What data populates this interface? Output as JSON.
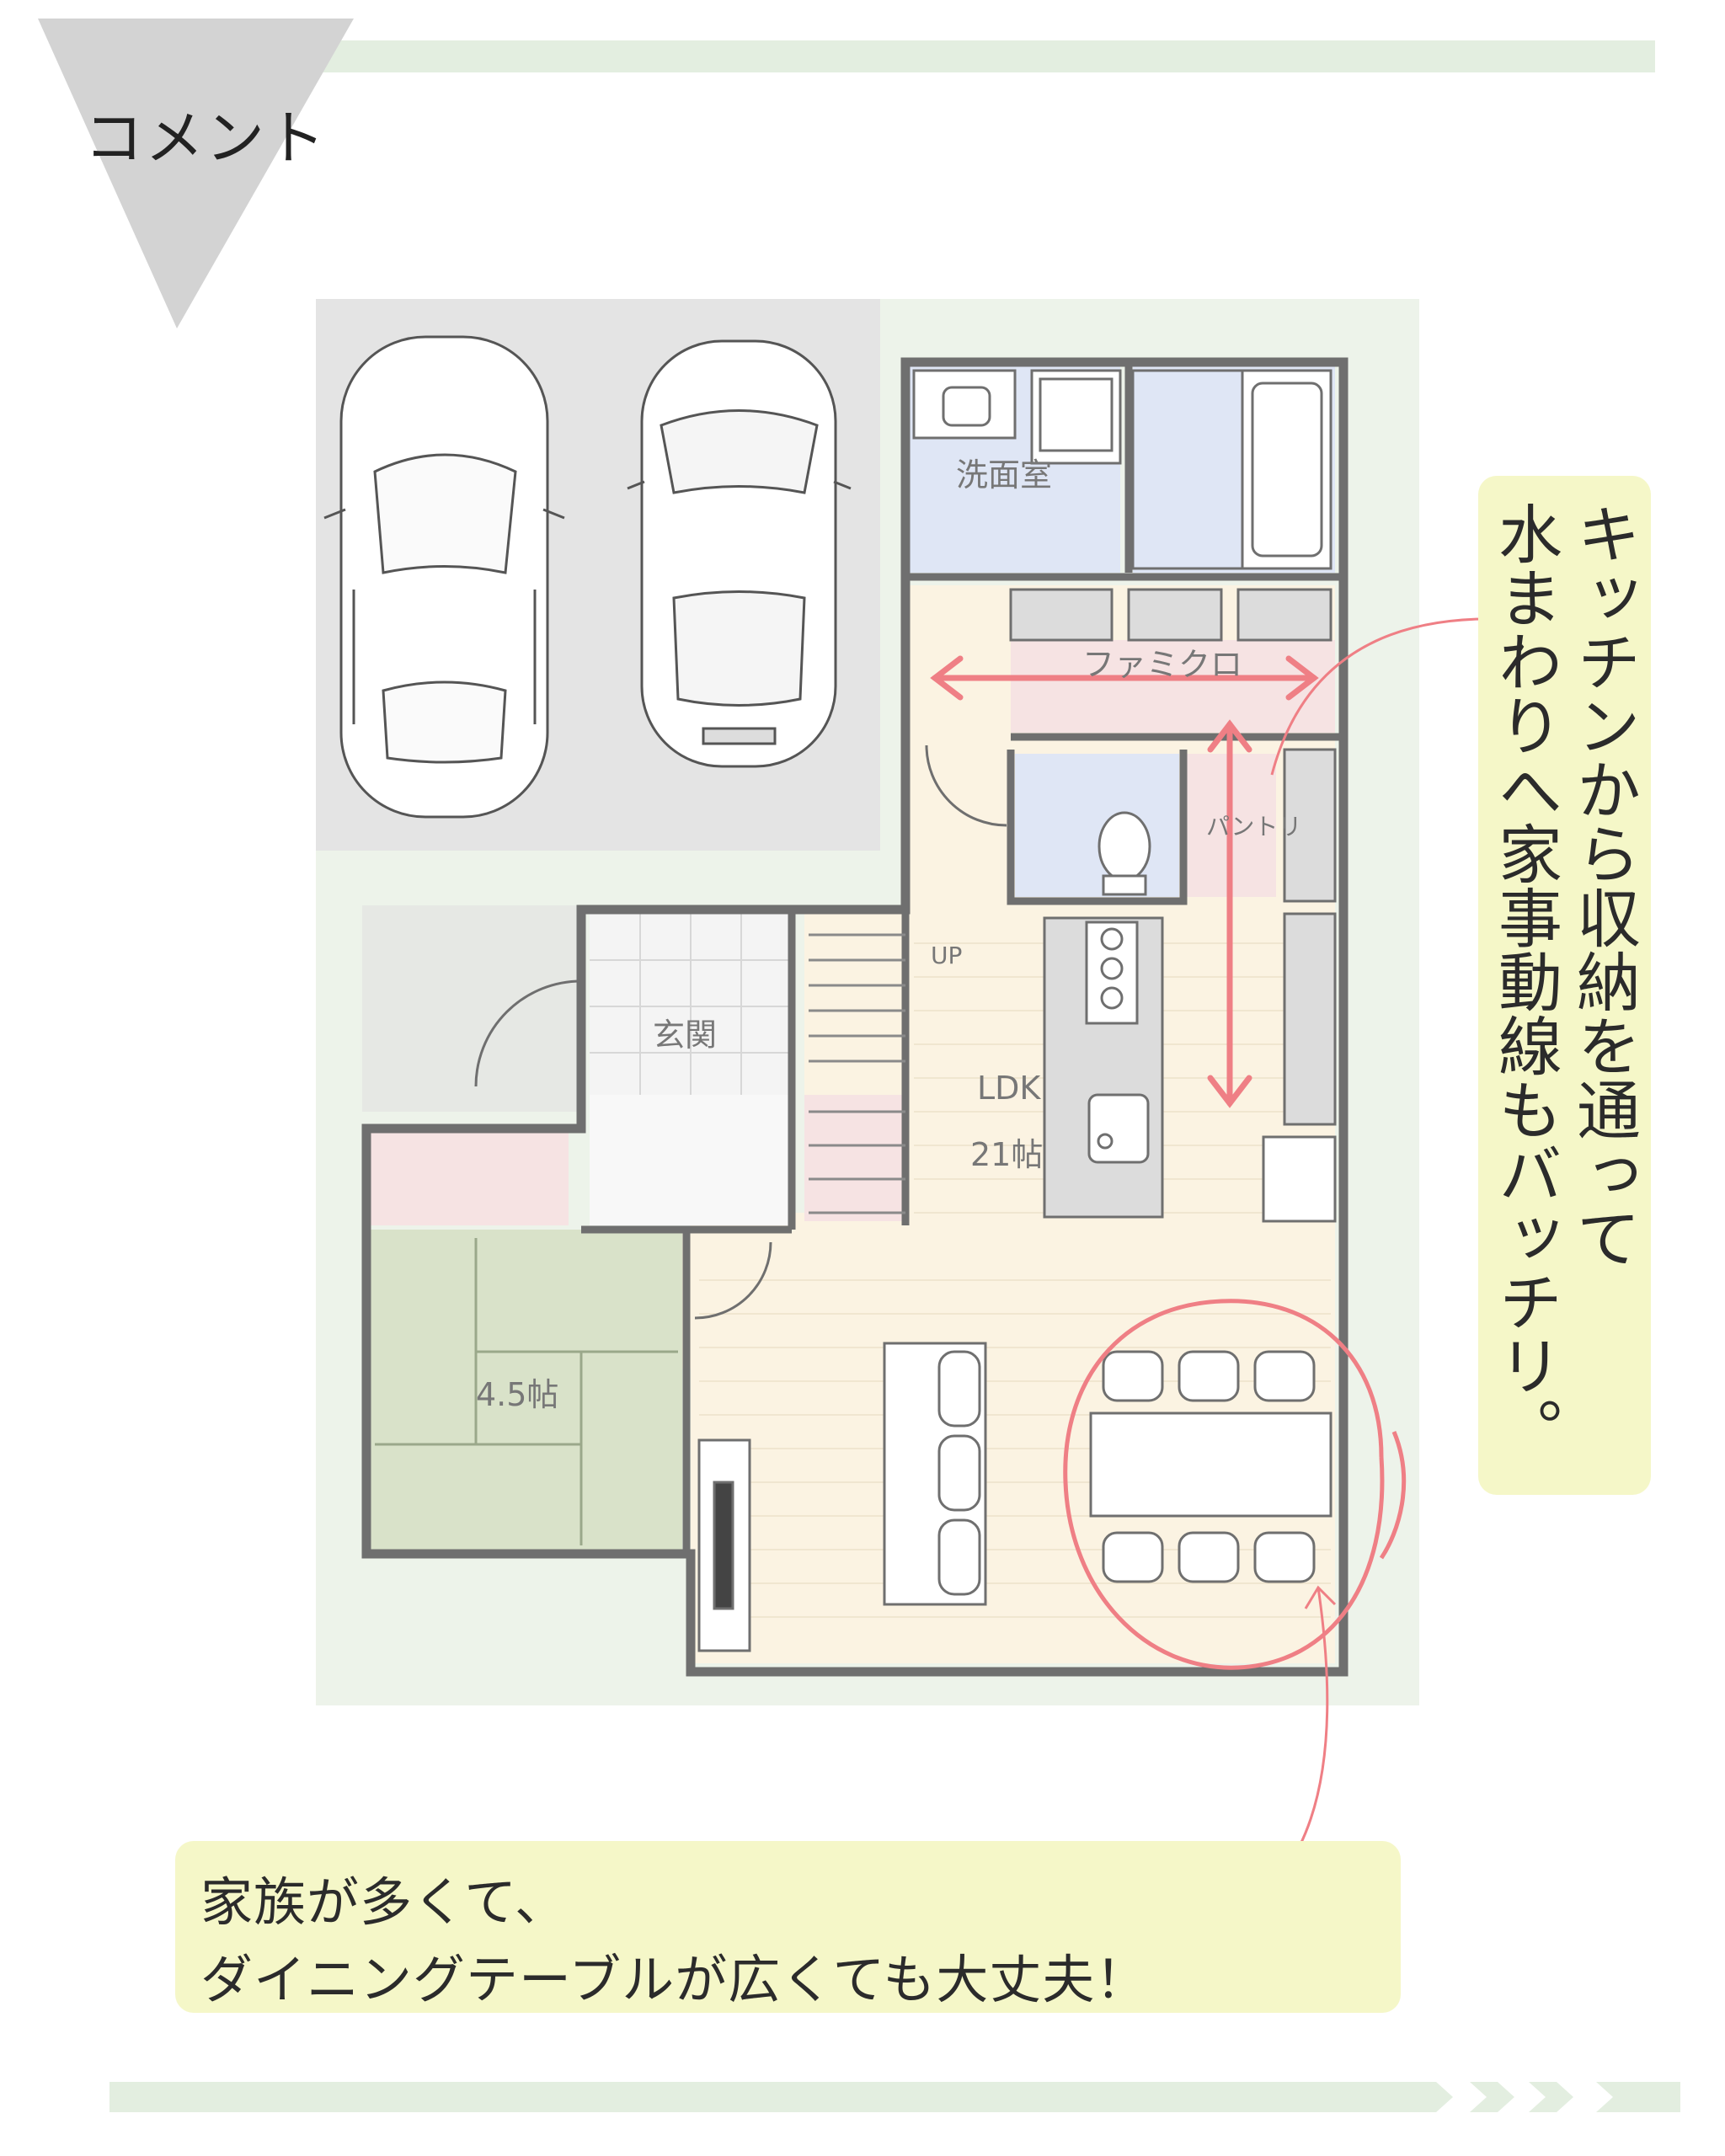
{
  "header": {
    "title": "コメント"
  },
  "floorplan": {
    "rooms": {
      "washroom": "洗面室",
      "family_closet": "ファミクロ",
      "pantry": "パントリ",
      "stairs_up": "UP",
      "entrance": "玄関",
      "ldk": "LDK",
      "ldk_size": "21帖",
      "japanese_room_size": "4.5帖"
    }
  },
  "callouts": {
    "vertical": {
      "col1": "キッチンから収納を通って",
      "col2": "水まわりへ家事動線もバッチリ。"
    },
    "bottom": {
      "line1": "家族が多くて、",
      "line2": "ダイニングテーブルが広くても大丈夫！"
    }
  },
  "colors": {
    "accent_red": "#ef7f85",
    "callout_bg": "#f5f7c8",
    "header_bar": "#e3eee0",
    "header_triangle": "#d3d3d3",
    "ldk_floor": "#fbf3e2",
    "japanese_room": "#d9e2c9",
    "wet_area": "#dfe6f5",
    "site_green": "#edf3ea",
    "parking": "#e4e4e4"
  }
}
